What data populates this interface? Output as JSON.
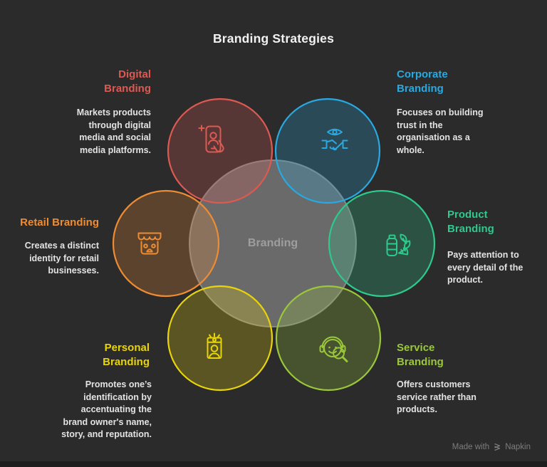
{
  "title": "Branding Strategies",
  "center": {
    "label": "Branding"
  },
  "sections": [
    {
      "id": "digital",
      "label": "Digital\nBranding",
      "description": "Markets products\nthrough digital\nmedia and social\nmedia platforms.",
      "color": "#dc5a52",
      "icon": "smartphone-social-icon"
    },
    {
      "id": "corporate",
      "label": "Corporate\nBranding",
      "description": "Focuses on building\ntrust in the\norganisation as a\nwhole.",
      "color": "#29a9e0",
      "icon": "eye-handshake-icon"
    },
    {
      "id": "retail",
      "label": "Retail Branding",
      "description": "Creates a distinct\nidentity for retail\nbusinesses.",
      "color": "#ee8c33",
      "icon": "storefront-icon"
    },
    {
      "id": "product",
      "label": "Product\nBranding",
      "description": "Pays attention to\nevery detail of the\nproduct.",
      "color": "#2ec98c",
      "icon": "bottle-leaves-icon"
    },
    {
      "id": "personal",
      "label": "Personal\nBranding",
      "description": "Promotes one’s\nidentification by\naccentuating the\nbrand owner's name,\nstory, and reputation.",
      "color": "#e8d40c",
      "icon": "person-badge-icon"
    },
    {
      "id": "service",
      "label": "Service\nBranding",
      "description": "Offers customers\nservice rather than\nproducts.",
      "color": "#9bc83a",
      "icon": "headset-magnifier-icon"
    }
  ],
  "footer": {
    "made_with": "Made with",
    "brand": "Napkin"
  },
  "theme": {
    "background": "#2b2b2b",
    "title_color": "#f2f2f2",
    "description_color": "#e3e3e3",
    "center_fill": "#6a6a6a",
    "center_stroke": "#9b9b9b",
    "center_label_color": "#9e9e9e",
    "watermark_color": "#7d7d7d"
  }
}
